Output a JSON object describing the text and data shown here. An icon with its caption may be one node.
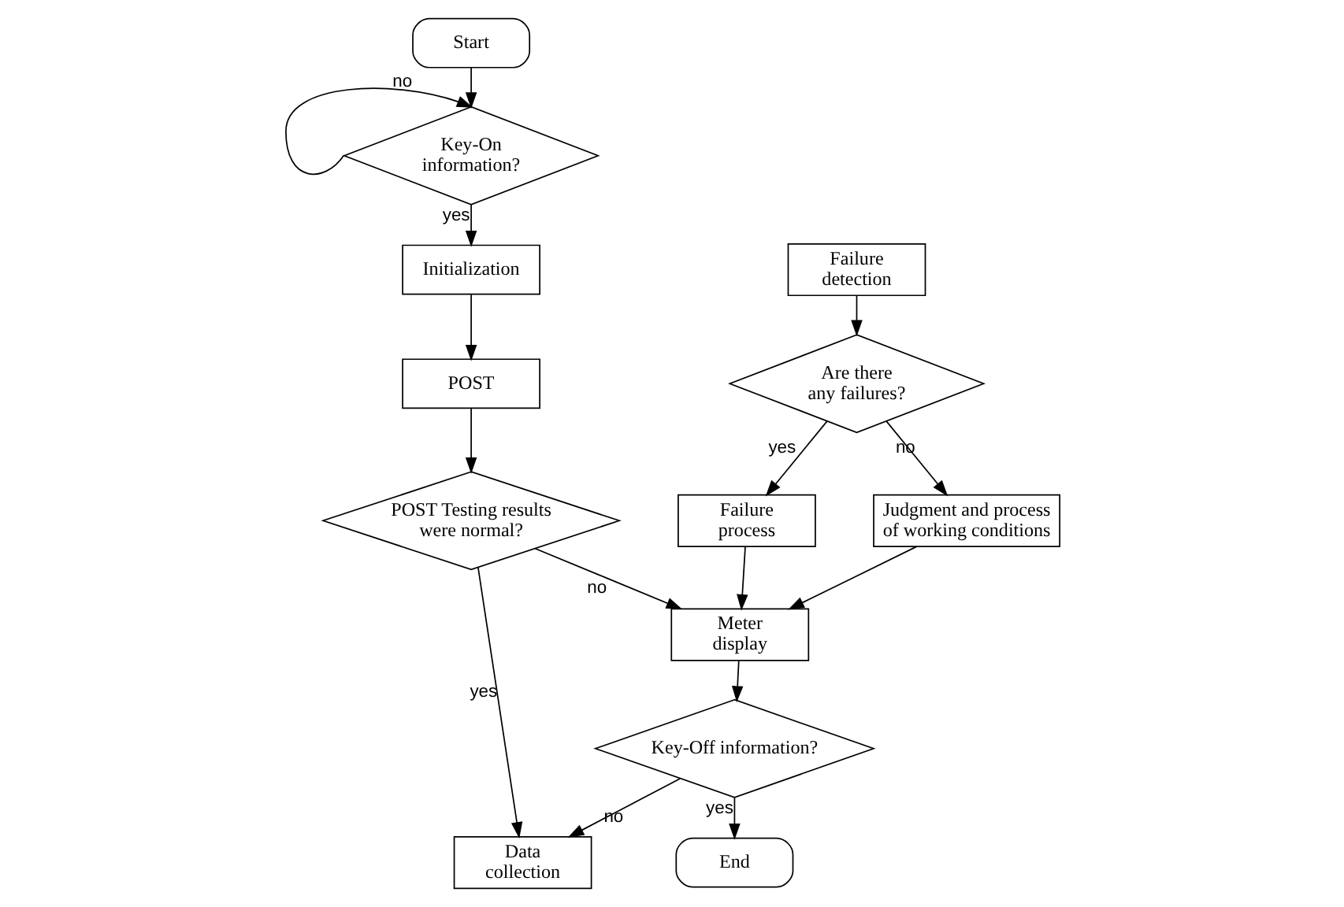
{
  "diagram": {
    "nodes": [
      {
        "text": [
          "Start"
        ]
      },
      {
        "text": [
          "Key-On information?"
        ]
      },
      {
        "text": [
          "Initialization"
        ]
      },
      {
        "text": [
          "POST"
        ]
      },
      {
        "text": [
          "POST Testing results were normal?"
        ]
      },
      {
        "text": [
          "Data collection"
        ]
      },
      {
        "text": [
          "Failure detection"
        ]
      },
      {
        "text": [
          "Are there any failures?"
        ]
      },
      {
        "text": [
          "Failure process"
        ]
      },
      {
        "text": [
          "Judgment and process of working conditions"
        ]
      },
      {
        "text": [
          "Meter display"
        ]
      },
      {
        "text": [
          "Key-Off information?"
        ]
      },
      {
        "text": [
          "End"
        ]
      }
    ],
    "edges": [
      {
        "from": 0,
        "to": 1,
        "arrow": "to"
      },
      {
        "from": 1,
        "to": 1,
        "arrow": "to",
        "label": "no"
      },
      {
        "from": 1,
        "to": 2,
        "arrow": "to",
        "label": "yes"
      },
      {
        "from": 2,
        "to": 3,
        "arrow": "to"
      },
      {
        "from": 3,
        "to": 4,
        "arrow": "to"
      },
      {
        "from": 4,
        "to": 10,
        "arrow": "to",
        "label": "no"
      },
      {
        "from": 4,
        "to": 5,
        "arrow": "to",
        "label": "yes"
      },
      {
        "from": 6,
        "to": 7,
        "arrow": "to"
      },
      {
        "from": 7,
        "to": 8,
        "arrow": "to",
        "label": "yes"
      },
      {
        "from": 7,
        "to": 9,
        "arrow": "to",
        "label": "no"
      },
      {
        "from": 9,
        "to": 10,
        "arrow": "to"
      },
      {
        "from": 8,
        "to": 10,
        "arrow": "to"
      },
      {
        "from": 10,
        "to": 11,
        "arrow": "to"
      },
      {
        "from": 11,
        "to": 5,
        "arrow": "to",
        "label": "no"
      },
      {
        "from": 11,
        "to": 12,
        "arrow": "to",
        "label": "yes"
      }
    ]
  }
}
